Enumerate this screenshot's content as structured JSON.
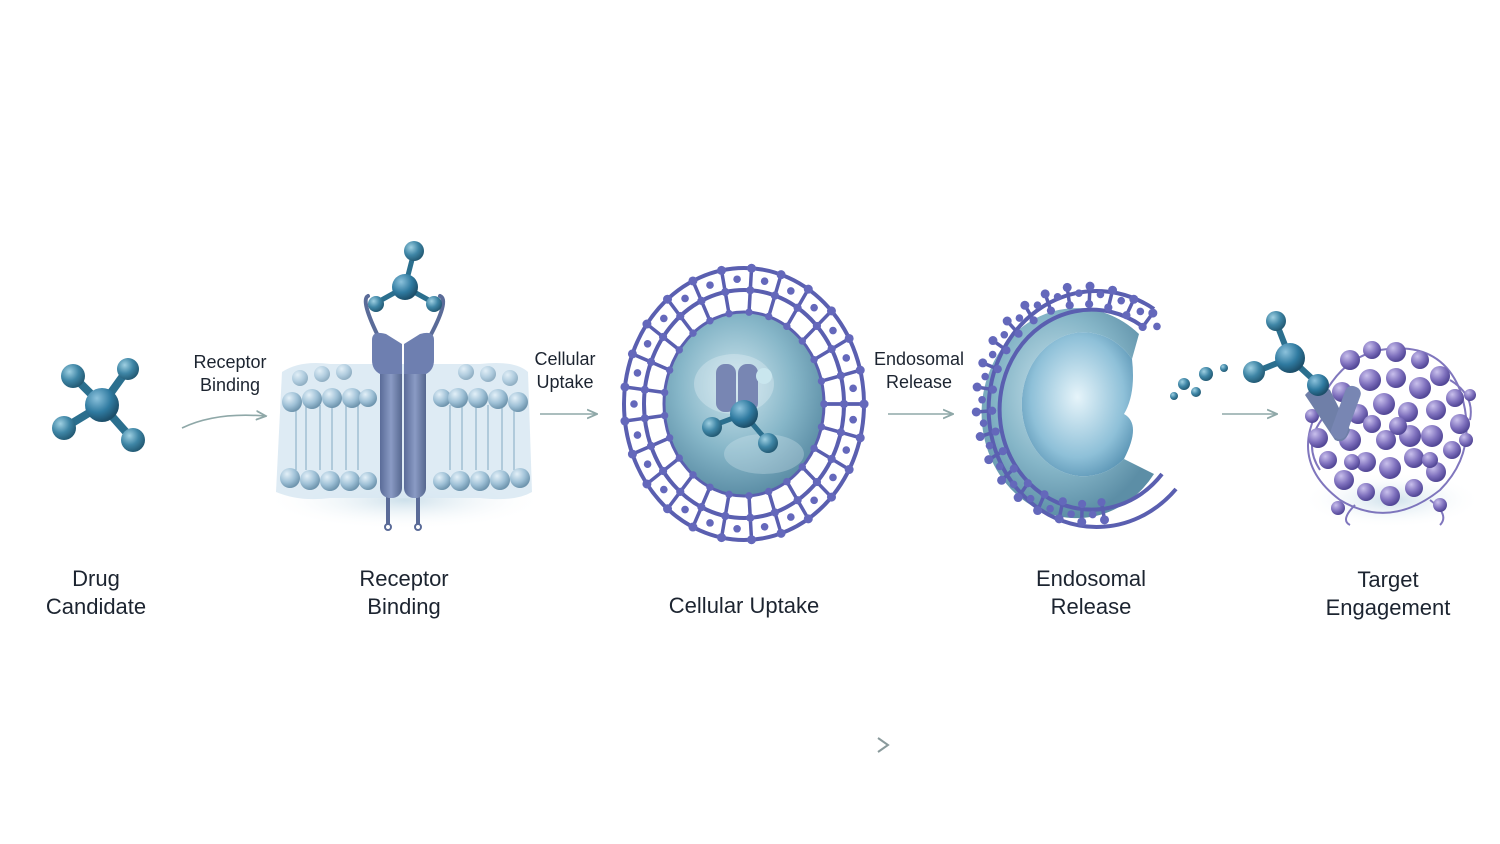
{
  "stages": [
    {
      "id": "drug-candidate",
      "label": "Drug\nCandidate"
    },
    {
      "id": "receptor-binding",
      "label": "Receptor\nBinding"
    },
    {
      "id": "cellular-uptake",
      "label": "Cellular Uptake"
    },
    {
      "id": "endosomal-release",
      "label": "Endosomal\nRelease"
    },
    {
      "id": "target-engagement",
      "label": "Target\nEngagement"
    }
  ],
  "transitions": [
    {
      "from": "drug-candidate",
      "to": "receptor-binding",
      "label": "Receptor\nBinding"
    },
    {
      "from": "receptor-binding",
      "to": "cellular-uptake",
      "label": "Cellular\nUptake"
    },
    {
      "from": "cellular-uptake",
      "to": "endosomal-release",
      "label": "Endosomal\nRelease"
    },
    {
      "from": "endosomal-release",
      "to": "target-engagement",
      "label": ""
    }
  ],
  "colors": {
    "molecule": "#3f86a6",
    "molecule_dark": "#2b6f8e",
    "lattice": "#5a5fb0",
    "membrane": "#a9c8dc",
    "receptor": "#6f7fa8",
    "vesicle": "#7fb0c6",
    "protein": "#8a7cc4",
    "arrow": "#8fa8a8"
  },
  "icons": [
    "molecule-icon",
    "membrane-receptor-icon",
    "lattice-vesicle-icon",
    "open-vesicle-icon",
    "protein-complex-icon"
  ]
}
